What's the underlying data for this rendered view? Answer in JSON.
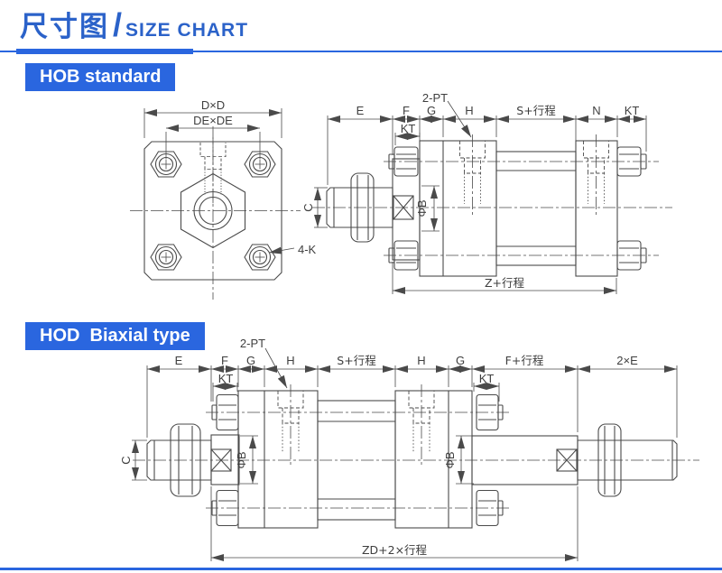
{
  "header": {
    "title_cn": "尺寸图",
    "slash": "/",
    "title_en": "SIZE CHART"
  },
  "hob": {
    "section_label": "HOB standard",
    "front": {
      "dim_outer": "D×D",
      "dim_bolts": "DE×DE",
      "callout_bolts": "4-K"
    },
    "side": {
      "dim_e": "E",
      "dim_f": "F",
      "dim_g": "G",
      "dim_h": "H",
      "dim_s": "S+行程",
      "dim_n": "N",
      "dim_kt_end": "KT",
      "dim_kt": "KT",
      "callout_port": "2-PT",
      "dim_c": "C",
      "dim_b": "ΦB",
      "dim_z": "Z+行程"
    }
  },
  "hod": {
    "section_label": "HOD  Biaxial type",
    "dims": {
      "e": "E",
      "f": "F",
      "g1": "G",
      "h1": "H",
      "s": "S+行程",
      "h2": "H",
      "g2": "G",
      "fs": "F+行程",
      "e2": "2×E",
      "kt_left": "KT",
      "kt_right": "KT",
      "port": "2-PT",
      "c": "C",
      "b_left": "ΦB",
      "b_right": "ΦB",
      "z": "ZD+2×行程"
    }
  },
  "colors": {
    "accent": "#2A66DF",
    "title_text": "#2B62C9",
    "line": "#4A4A4A"
  }
}
